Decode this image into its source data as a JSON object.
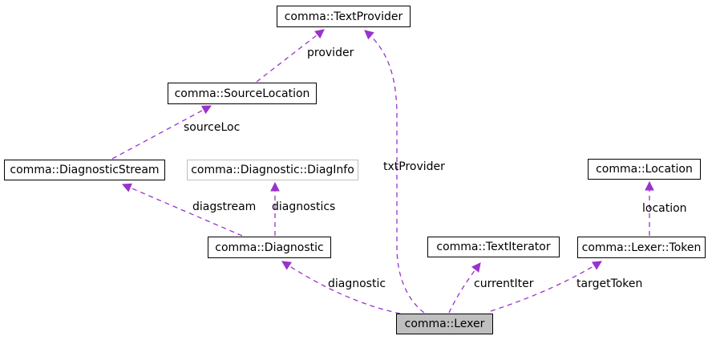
{
  "nodes": {
    "text_provider": {
      "label": "comma::TextProvider"
    },
    "source_location": {
      "label": "comma::SourceLocation"
    },
    "diagnostic_stream": {
      "label": "comma::DiagnosticStream"
    },
    "diag_info": {
      "label": "comma::Diagnostic::DiagInfo"
    },
    "location": {
      "label": "comma::Location"
    },
    "diagnostic": {
      "label": "comma::Diagnostic"
    },
    "text_iterator": {
      "label": "comma::TextIterator"
    },
    "lexer_token": {
      "label": "comma::Lexer::Token"
    },
    "lexer": {
      "label": "comma::Lexer"
    }
  },
  "edge_labels": {
    "provider": "provider",
    "source_loc": "sourceLoc",
    "txt_provider": "txtProvider",
    "diagstream": "diagstream",
    "diagnostics": "diagnostics",
    "location": "location",
    "diagnostic": "diagnostic",
    "current_iter": "currentIter",
    "target_token": "targetToken"
  },
  "colors": {
    "edge": "#9a32cd",
    "box_border": "#000000",
    "subtle_border": "#bfbfbf",
    "selected_fill": "#bfbfbf",
    "background": "#ffffff",
    "text": "#000000"
  }
}
